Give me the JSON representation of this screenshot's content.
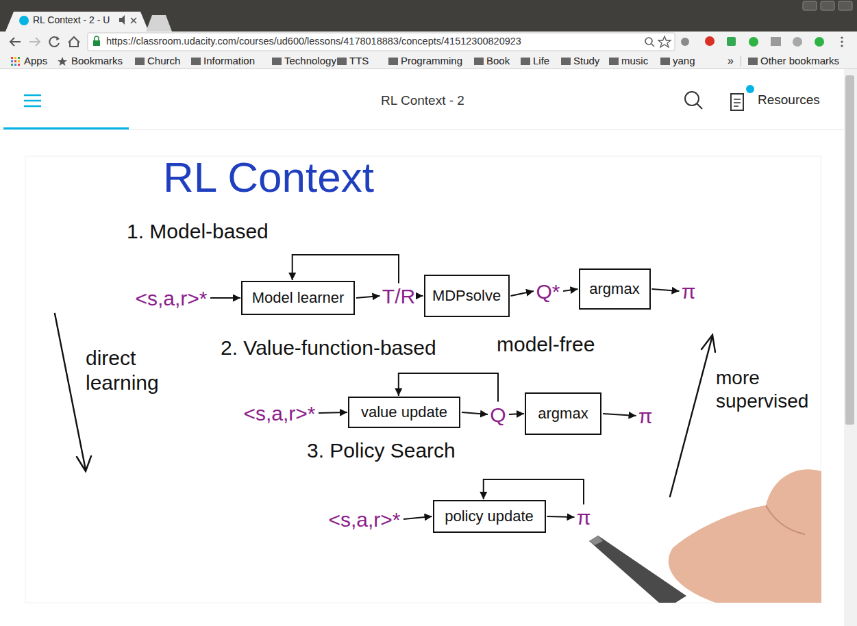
{
  "diagram": {
    "title": "RL Context",
    "nodes": [
      {
        "text": [
          "<s,a,r>*"
        ]
      },
      {
        "text": [
          "Model learner"
        ]
      },
      {
        "text": [
          "T/R"
        ]
      },
      {
        "text": [
          "MDPsolve"
        ]
      },
      {
        "text": [
          "Q*"
        ]
      },
      {
        "text": [
          "argmax"
        ]
      },
      {
        "text": [
          "π"
        ]
      },
      {
        "text": [
          "<s,a,r>*"
        ]
      },
      {
        "text": [
          "value update"
        ]
      },
      {
        "text": [
          "Q"
        ]
      },
      {
        "text": [
          "argmax"
        ]
      },
      {
        "text": [
          "π"
        ]
      },
      {
        "text": [
          "<s,a,r>*"
        ]
      },
      {
        "text": [
          "policy update"
        ]
      },
      {
        "text": [
          "π"
        ]
      }
    ],
    "edges": [
      {
        "from": 0,
        "to": 1,
        "arrow": "to"
      },
      {
        "from": 1,
        "to": 2,
        "arrow": "to"
      },
      {
        "from": 2,
        "to": 3,
        "arrow": "to"
      },
      {
        "from": 3,
        "to": 4,
        "arrow": "to"
      },
      {
        "from": 4,
        "to": 5,
        "arrow": "to"
      },
      {
        "from": 5,
        "to": 6,
        "arrow": "to"
      },
      {
        "from": 2,
        "to": 1,
        "arrow": "to"
      },
      {
        "from": 7,
        "to": 8,
        "arrow": "to"
      },
      {
        "from": 8,
        "to": 9,
        "arrow": "to"
      },
      {
        "from": 9,
        "to": 10,
        "arrow": "to"
      },
      {
        "from": 10,
        "to": 11,
        "arrow": "to"
      },
      {
        "from": 9,
        "to": 8,
        "arrow": "to"
      },
      {
        "from": 12,
        "to": 13,
        "arrow": "to"
      },
      {
        "from": 13,
        "to": 14,
        "arrow": "to"
      },
      {
        "from": 14,
        "to": 13,
        "arrow": "to"
      }
    ],
    "labels": [
      "RL Context - 2 - U",
      "https://classroom.udacity.com/courses/ud600/lessons/4178018883/concepts/41512300820923",
      "Apps",
      "Bookmarks",
      "Church",
      "Information",
      "Technology",
      "TTS",
      "Programming",
      "Book",
      "Life",
      "Study",
      "music",
      "yang",
      "»",
      "Other bookmarks",
      "RL Context - 2",
      "Resources",
      "1. Model-based",
      "2. Value-function-based",
      "model-free",
      "3. Policy Search",
      "direct learning",
      "more supervised"
    ]
  }
}
